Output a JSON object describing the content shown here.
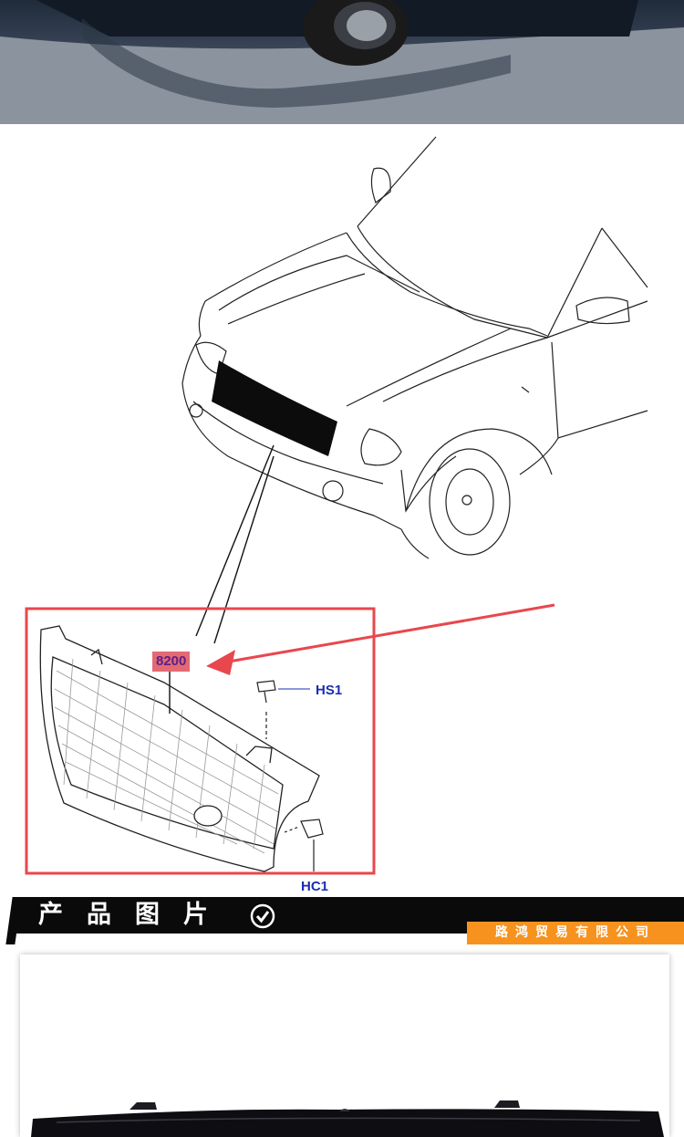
{
  "diagram": {
    "part_number": "8200",
    "callouts": {
      "hs1": "HS1",
      "hc1": "HC1"
    },
    "highlight_color": "#e8474d"
  },
  "banner": {
    "title": "产品图片",
    "company": "路鸿贸易有限公司",
    "icon": "check-circle-icon",
    "accent_color": "#f7921e"
  }
}
